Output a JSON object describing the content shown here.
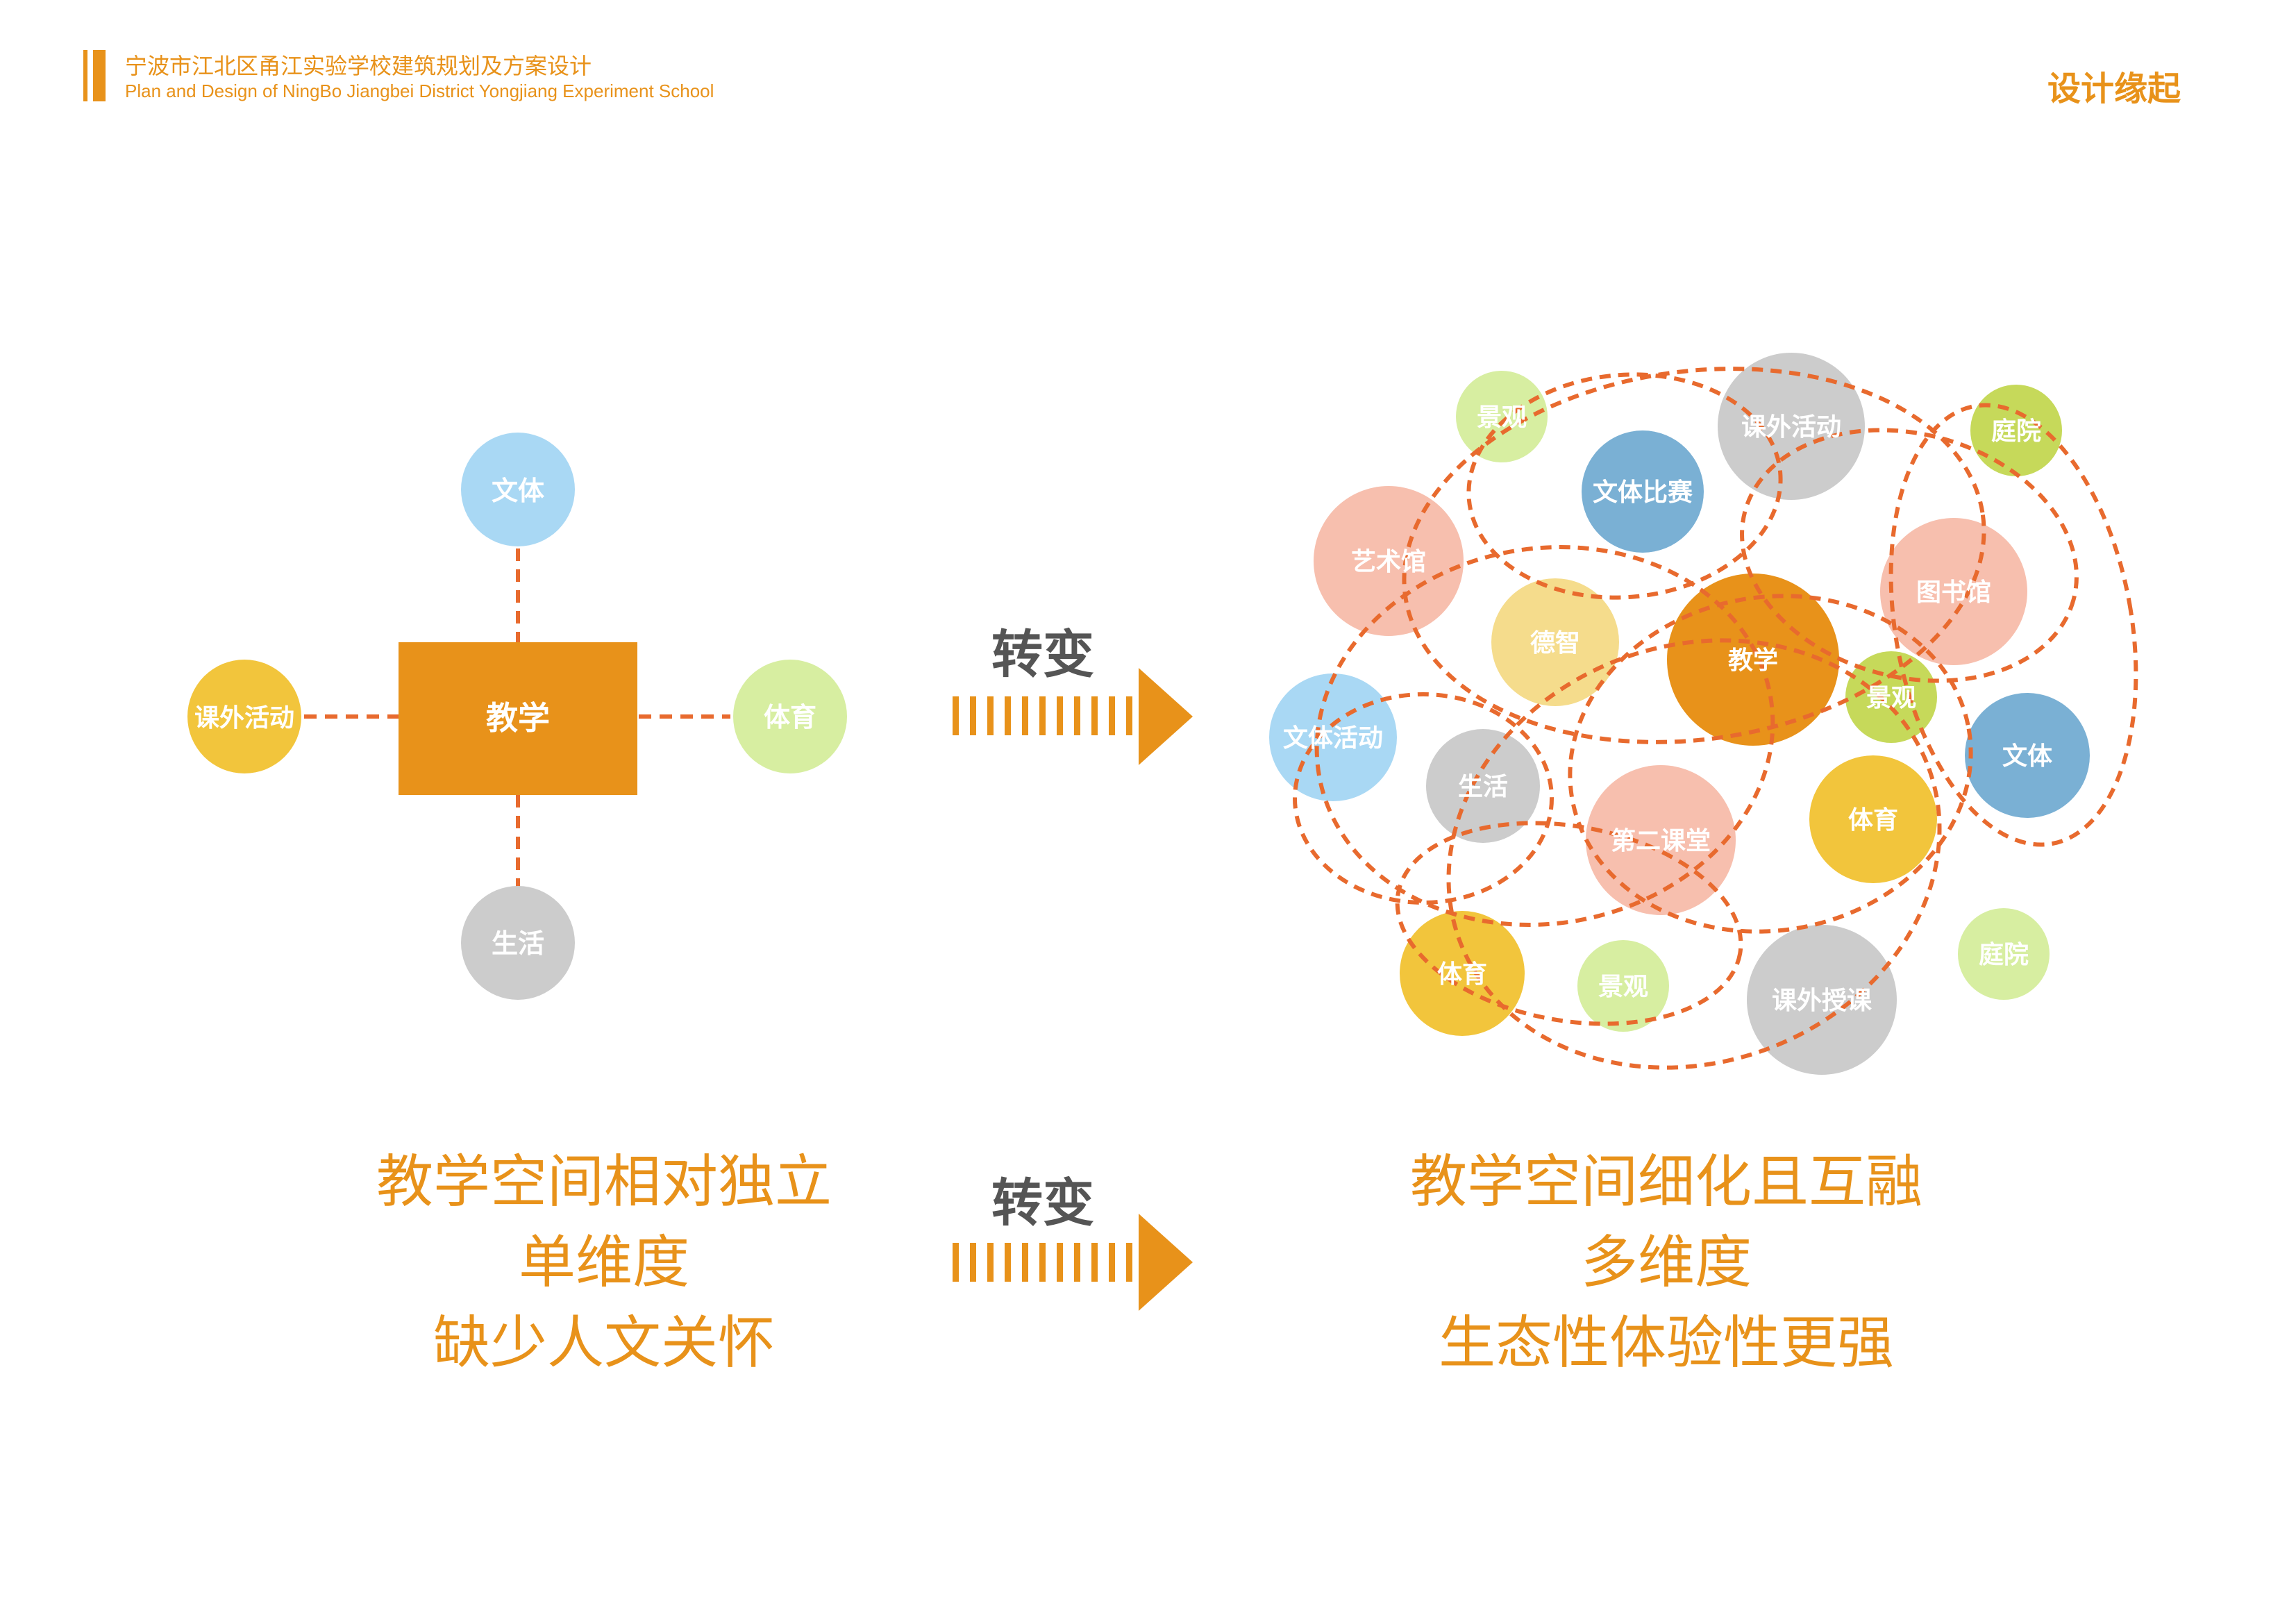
{
  "header": {
    "title_cn": "宁波市江北区甬江实验学校建筑规划及方案设计",
    "title_en": "Plan and Design of NingBo Jiangbei District Yongjiang Experiment School",
    "section": "设计缘起"
  },
  "left_diagram": {
    "center": "教学",
    "nodes": {
      "top": "文体",
      "left": "课外活动",
      "right": "体育",
      "bottom": "生活"
    }
  },
  "transition": {
    "label_top": "转变",
    "label_bottom": "转变"
  },
  "right_diagram": {
    "bubbles": {
      "jingguan_top": "景观",
      "kewai_huodong": "课外活动",
      "tingyuan_top": "庭院",
      "wenti_bisai": "文体比赛",
      "yishuguan": "艺术馆",
      "tushuguan": "图书馆",
      "dezhi": "德智",
      "jiaoxue": "教学",
      "jingguan_mid": "景观",
      "wenti_huodong": "文体活动",
      "wenti_right": "文体",
      "shenghuo": "生活",
      "dier_ketang": "第二课堂",
      "tiyu_right": "体育",
      "tiyu_bottom": "体育",
      "jingguan_bottom": "景观",
      "kewai_shouke": "课外授课",
      "tingyuan_bottom": "庭院"
    }
  },
  "captions": {
    "left": [
      "教学空间相对独立",
      "单维度",
      "缺少人文关怀"
    ],
    "right": [
      "教学空间细化且互融",
      "多维度",
      "生态性体验性更强"
    ]
  },
  "colors": {
    "accent": "#e8921a",
    "dash": "#e86a2e",
    "blue_light": "#a9d8f4",
    "blue_dark": "#7ab0d4",
    "yellow": "#f2c53c",
    "yellow_light": "#f5dc8c",
    "green_light": "#d7eea1",
    "green": "#c6d95a",
    "pink": "#f7bfae",
    "gray": "#cccccc",
    "text_dark": "#555555"
  }
}
